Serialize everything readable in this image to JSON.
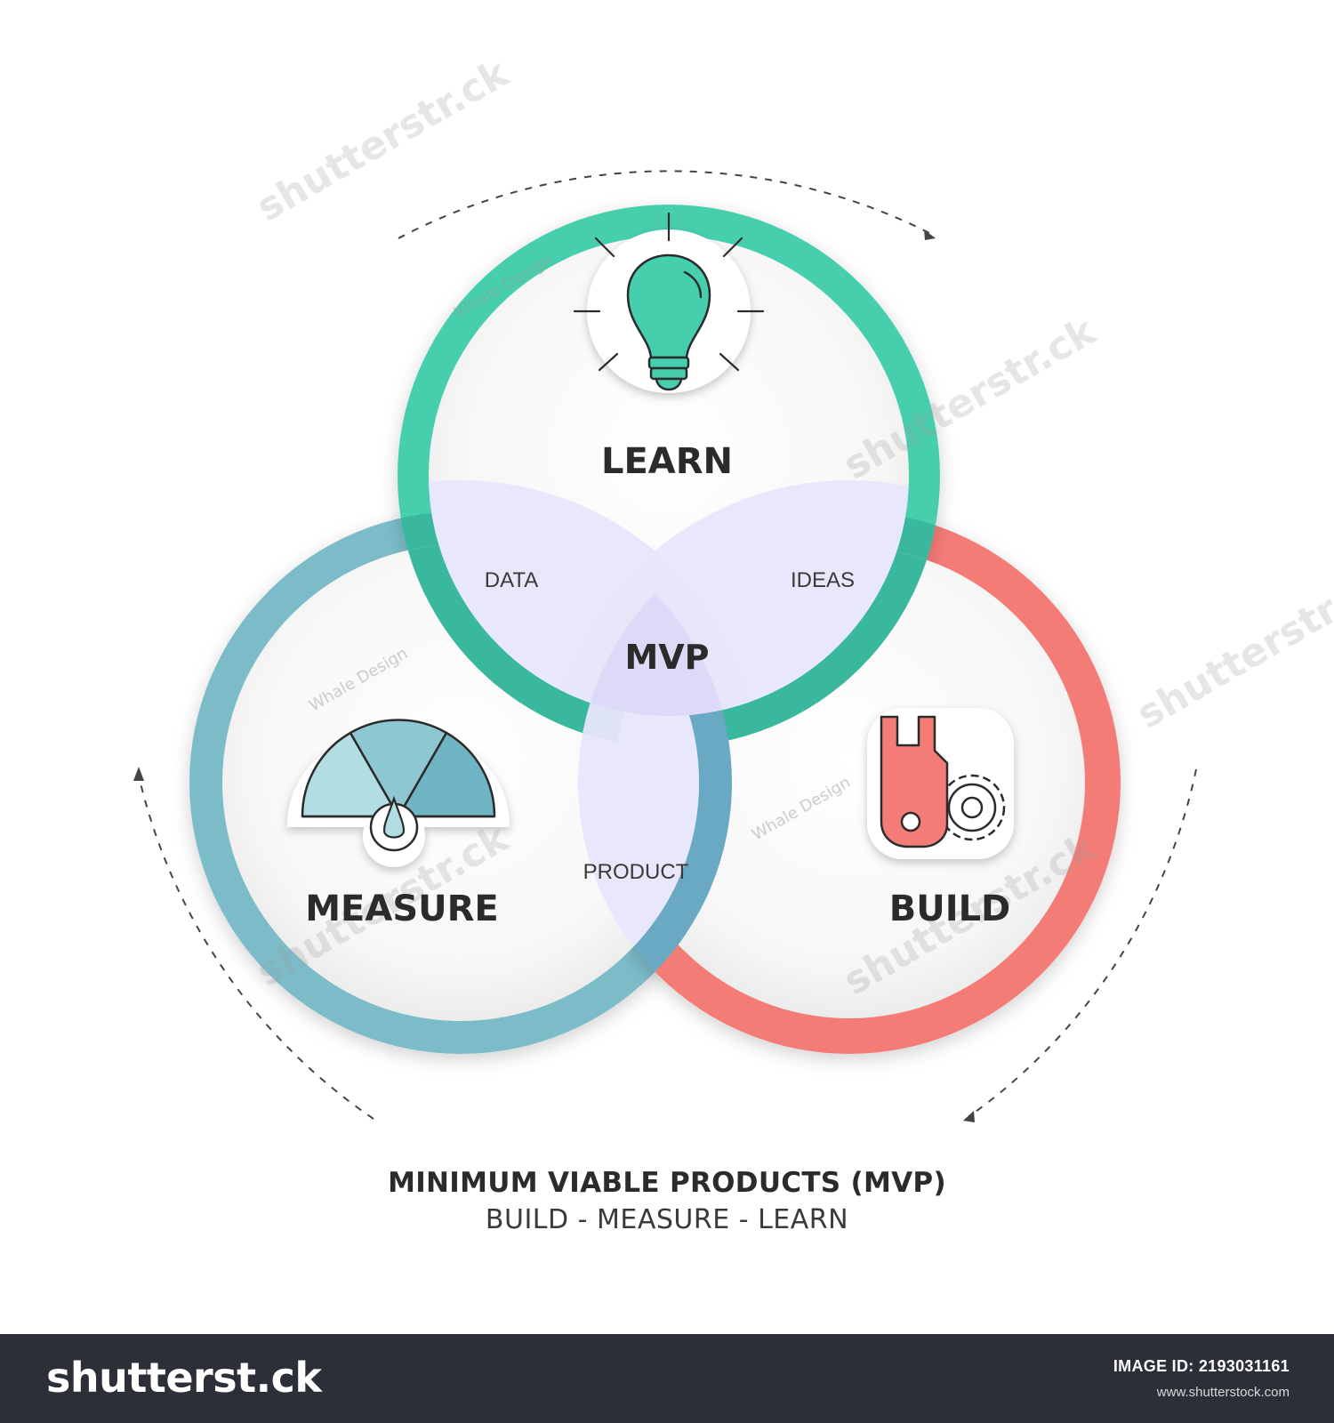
{
  "colors": {
    "learn": "#47cfad",
    "measure": "#7bbcc9",
    "build": "#f47c77",
    "overlap": "#e7e6fb",
    "background": "#ffffff",
    "footer": "#2c2f38"
  },
  "venn": {
    "learn": {
      "label": "LEARN",
      "icon": "lightbulb-icon"
    },
    "measure": {
      "label": "MEASURE",
      "icon": "gauge-icon"
    },
    "build": {
      "label": "BUILD",
      "icon": "wrench-gear-icon"
    },
    "overlaps": {
      "learn_measure": "DATA",
      "learn_build": "IDEAS",
      "measure_build": "PRODUCT",
      "center": "MVP"
    }
  },
  "watermarks": {
    "designer": "Whale Design",
    "stock": "shutterstr.ck"
  },
  "caption": {
    "title": "MINIMUM VIABLE PRODUCTS (MVP)",
    "subtitle": "BUILD - MEASURE - LEARN"
  },
  "footer": {
    "logo": "shutterst.ck",
    "image_id": "IMAGE ID: 2193031161",
    "url": "www.shutterstock.com"
  }
}
